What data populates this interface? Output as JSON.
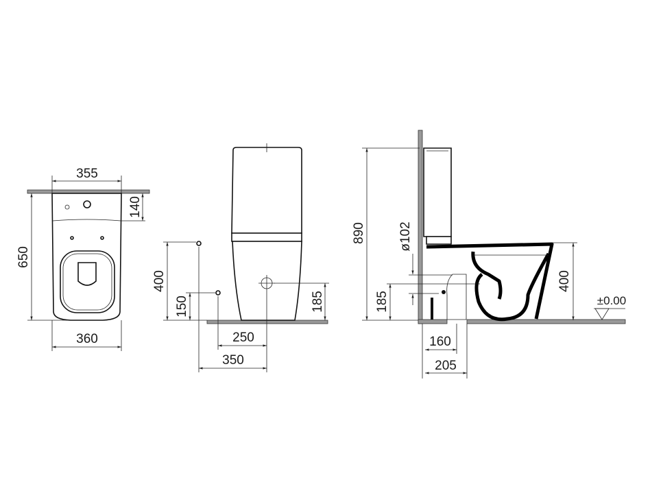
{
  "views": {
    "top": {
      "dimensions": {
        "width_tank": "355",
        "tank_depth": "140",
        "total_depth": "650",
        "width_bowl": "360"
      }
    },
    "front": {
      "dimensions": {
        "inlet_height": "400",
        "outlet_height_left": "150",
        "outlet_height_right": "185",
        "offset_250": "250",
        "offset_350": "350"
      }
    },
    "side": {
      "dimensions": {
        "total_height": "890",
        "pipe_diameter": "ø102",
        "outlet_height": "185",
        "seat_height": "400",
        "floor_level": "±0.00",
        "wall_to_outlet": "160",
        "wall_to_outlet_outer": "205"
      }
    }
  },
  "colors": {
    "line": "#111111",
    "hatch": "#999999",
    "background": "#ffffff"
  }
}
